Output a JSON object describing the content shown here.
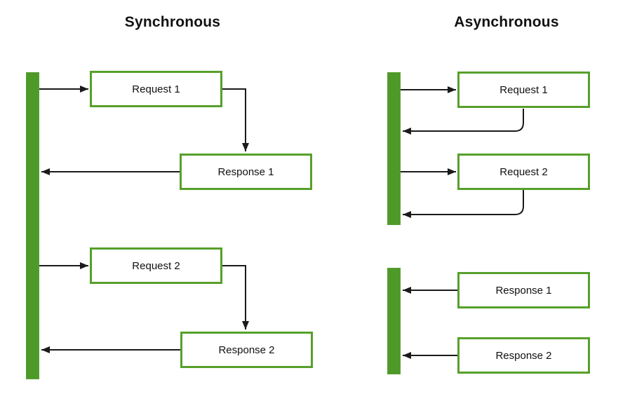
{
  "diagram_type": "sequence-comparison",
  "panels": [
    {
      "title": "Synchronous",
      "nodes": [
        {
          "label": "Request 1"
        },
        {
          "label": "Response 1"
        },
        {
          "label": "Request 2"
        },
        {
          "label": "Response 2"
        }
      ],
      "flow": "client sends Request 1, waits for Response 1, then sends Request 2 and waits for Response 2 (one continuous lifeline bar)"
    },
    {
      "title": "Asynchronous",
      "nodes": [
        {
          "label": "Request 1"
        },
        {
          "label": "Request 2"
        },
        {
          "label": "Response 1"
        },
        {
          "label": "Response 2"
        }
      ],
      "flow": "client sends Request 1 and Request 2 back-to-back with immediate acknowledgements (first bar), then later receives Response 1 and Response 2 (second bar)"
    }
  ],
  "colors": {
    "background": "#ffffff",
    "bar_green": "#4e9a28",
    "bar_border_green": "#589f33",
    "box_border_green": "#56a02a",
    "node_fill": "#ffffff",
    "line_color": "#1a1a1a",
    "text_color": "#111111"
  }
}
